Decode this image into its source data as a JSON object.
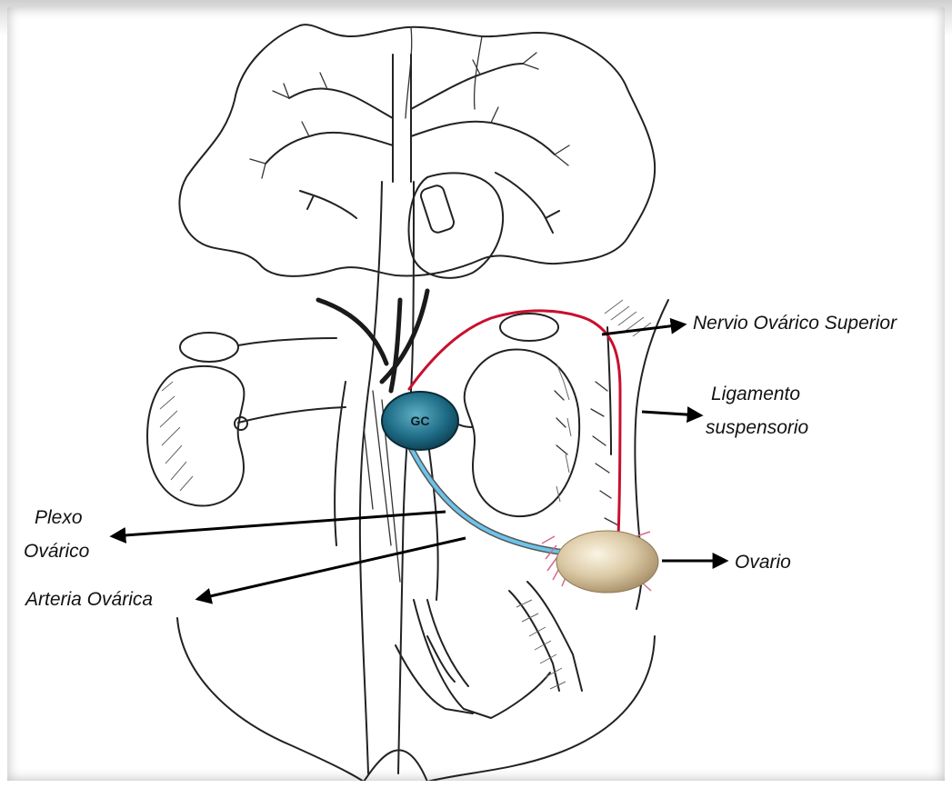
{
  "labels": {
    "gc": "GC",
    "nervio": "Nervio Ovárico Superior",
    "ligamento_1": "Ligamento",
    "ligamento_2": "suspensorio",
    "plexo_1": "Plexo",
    "plexo_2": "Ovárico",
    "ovario": "Ovario",
    "arteria": "Arteria Ovárica"
  },
  "colors": {
    "nerve": "#c8102e",
    "artery": "#6cc4ea",
    "ganglion": "#1e6c86",
    "ovary": "#d8c7a2"
  }
}
